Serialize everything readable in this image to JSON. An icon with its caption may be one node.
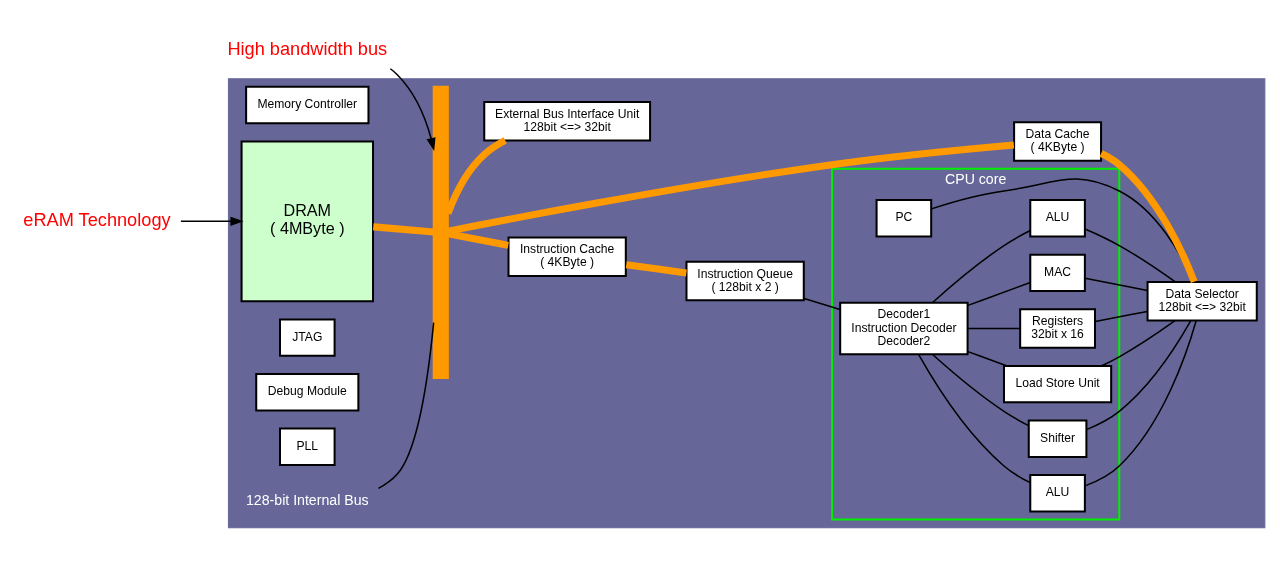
{
  "diagram": {
    "nodes": [
      {
        "text": [],
        "shape": "box"
      },
      {
        "text": [
          "Memory Controller"
        ],
        "in": 0
      },
      {
        "text": [
          "DRAM",
          "( 4MByte )"
        ],
        "in": 0
      },
      {
        "text": [],
        "shape": "bar",
        "in": 0
      },
      {
        "text": [
          "Instruction Cache",
          "( 4KByte )"
        ],
        "in": 0
      },
      {
        "text": [
          "JTAG"
        ],
        "in": 0
      },
      {
        "text": [
          "Debug Module"
        ],
        "in": 0
      },
      {
        "text": [
          "Instruction Queue",
          "( 128bit x 2 )"
        ],
        "in": 0
      },
      {
        "text": [
          "PLL"
        ],
        "in": 0
      },
      {
        "text": [
          "CPU core"
        ],
        "in": 0
      },
      {
        "text": [
          "Decoder1",
          "Instruction Decoder",
          "Decoder2"
        ],
        "in": 9
      },
      {
        "text": [
          "ALU"
        ],
        "in": 9
      },
      {
        "text": [
          "Shifter"
        ],
        "in": 9
      },
      {
        "text": [
          "Load Store Unit"
        ],
        "in": 9
      },
      {
        "text": [
          "PC"
        ],
        "in": 9
      },
      {
        "text": [
          "Registers",
          "32bit x 16"
        ],
        "in": 9
      },
      {
        "text": [
          "MAC"
        ],
        "in": 9
      },
      {
        "text": [
          "ALU"
        ],
        "in": 9
      },
      {
        "text": [
          "Data Cache",
          "( 4KByte )"
        ],
        "in": 0
      },
      {
        "text": [
          "Data Selector",
          "128bit <=> 32bit"
        ],
        "in": 0
      },
      {
        "text": [
          "External Bus Interface Unit",
          "128bit <=> 32bit"
        ],
        "in": 0
      },
      {
        "text": [
          "High bandwidth bus"
        ]
      },
      {
        "text": [
          "eRAM Technology"
        ]
      },
      {
        "text": [
          "128-bit Internal Bus"
        ],
        "in": 0
      }
    ],
    "edges": [
      {
        "from": 2,
        "to": 3,
        "arrow": "none",
        "style": "thick",
        "color": "#ff9900"
      },
      {
        "from": 3,
        "to": 4,
        "arrow": "none",
        "style": "thick",
        "color": "#ff9900"
      },
      {
        "from": 4,
        "to": 7,
        "arrow": "none",
        "style": "thick",
        "color": "#ff9900"
      },
      {
        "from": 3,
        "to": 18,
        "arrow": "none",
        "style": "thick",
        "color": "#ff9900"
      },
      {
        "from": 18,
        "to": 19,
        "arrow": "none",
        "style": "thick",
        "color": "#ff9900"
      },
      {
        "from": 3,
        "to": 20,
        "arrow": "none",
        "style": "thick",
        "color": "#ff9900"
      },
      {
        "from": 7,
        "to": 10,
        "arrow": "none"
      },
      {
        "from": 10,
        "to": 11,
        "arrow": "none"
      },
      {
        "from": 10,
        "to": 12,
        "arrow": "none"
      },
      {
        "from": 10,
        "to": 13,
        "arrow": "none"
      },
      {
        "from": 10,
        "to": 15,
        "arrow": "none"
      },
      {
        "from": 10,
        "to": 16,
        "arrow": "none"
      },
      {
        "from": 10,
        "to": 17,
        "arrow": "none"
      },
      {
        "from": 11,
        "to": 19,
        "arrow": "none"
      },
      {
        "from": 12,
        "to": 19,
        "arrow": "none"
      },
      {
        "from": 13,
        "to": 19,
        "arrow": "none"
      },
      {
        "from": 14,
        "to": 19,
        "arrow": "none"
      },
      {
        "from": 15,
        "to": 19,
        "arrow": "none"
      },
      {
        "from": 16,
        "to": 19,
        "arrow": "none"
      },
      {
        "from": 17,
        "to": 19,
        "arrow": "none"
      },
      {
        "from": 21,
        "to": 3,
        "arrow": "to"
      },
      {
        "from": 22,
        "to": 2,
        "arrow": "to"
      },
      {
        "from": 23,
        "to": 3,
        "arrow": "none"
      }
    ]
  }
}
